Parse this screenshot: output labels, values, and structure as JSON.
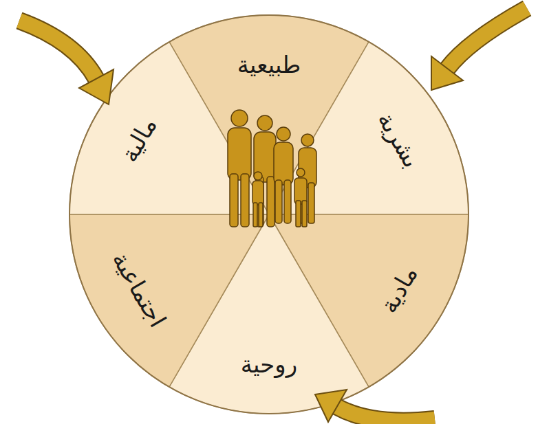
{
  "diagram": {
    "nodes": [
      {
        "text": [
          "طبيعية"
        ]
      },
      {
        "text": [
          "بشرية"
        ]
      },
      {
        "text": [
          "مادية"
        ]
      },
      {
        "text": [
          "روحية"
        ]
      },
      {
        "text": [
          "اجتماعية"
        ]
      },
      {
        "text": [
          "مالية"
        ]
      }
    ]
  }
}
